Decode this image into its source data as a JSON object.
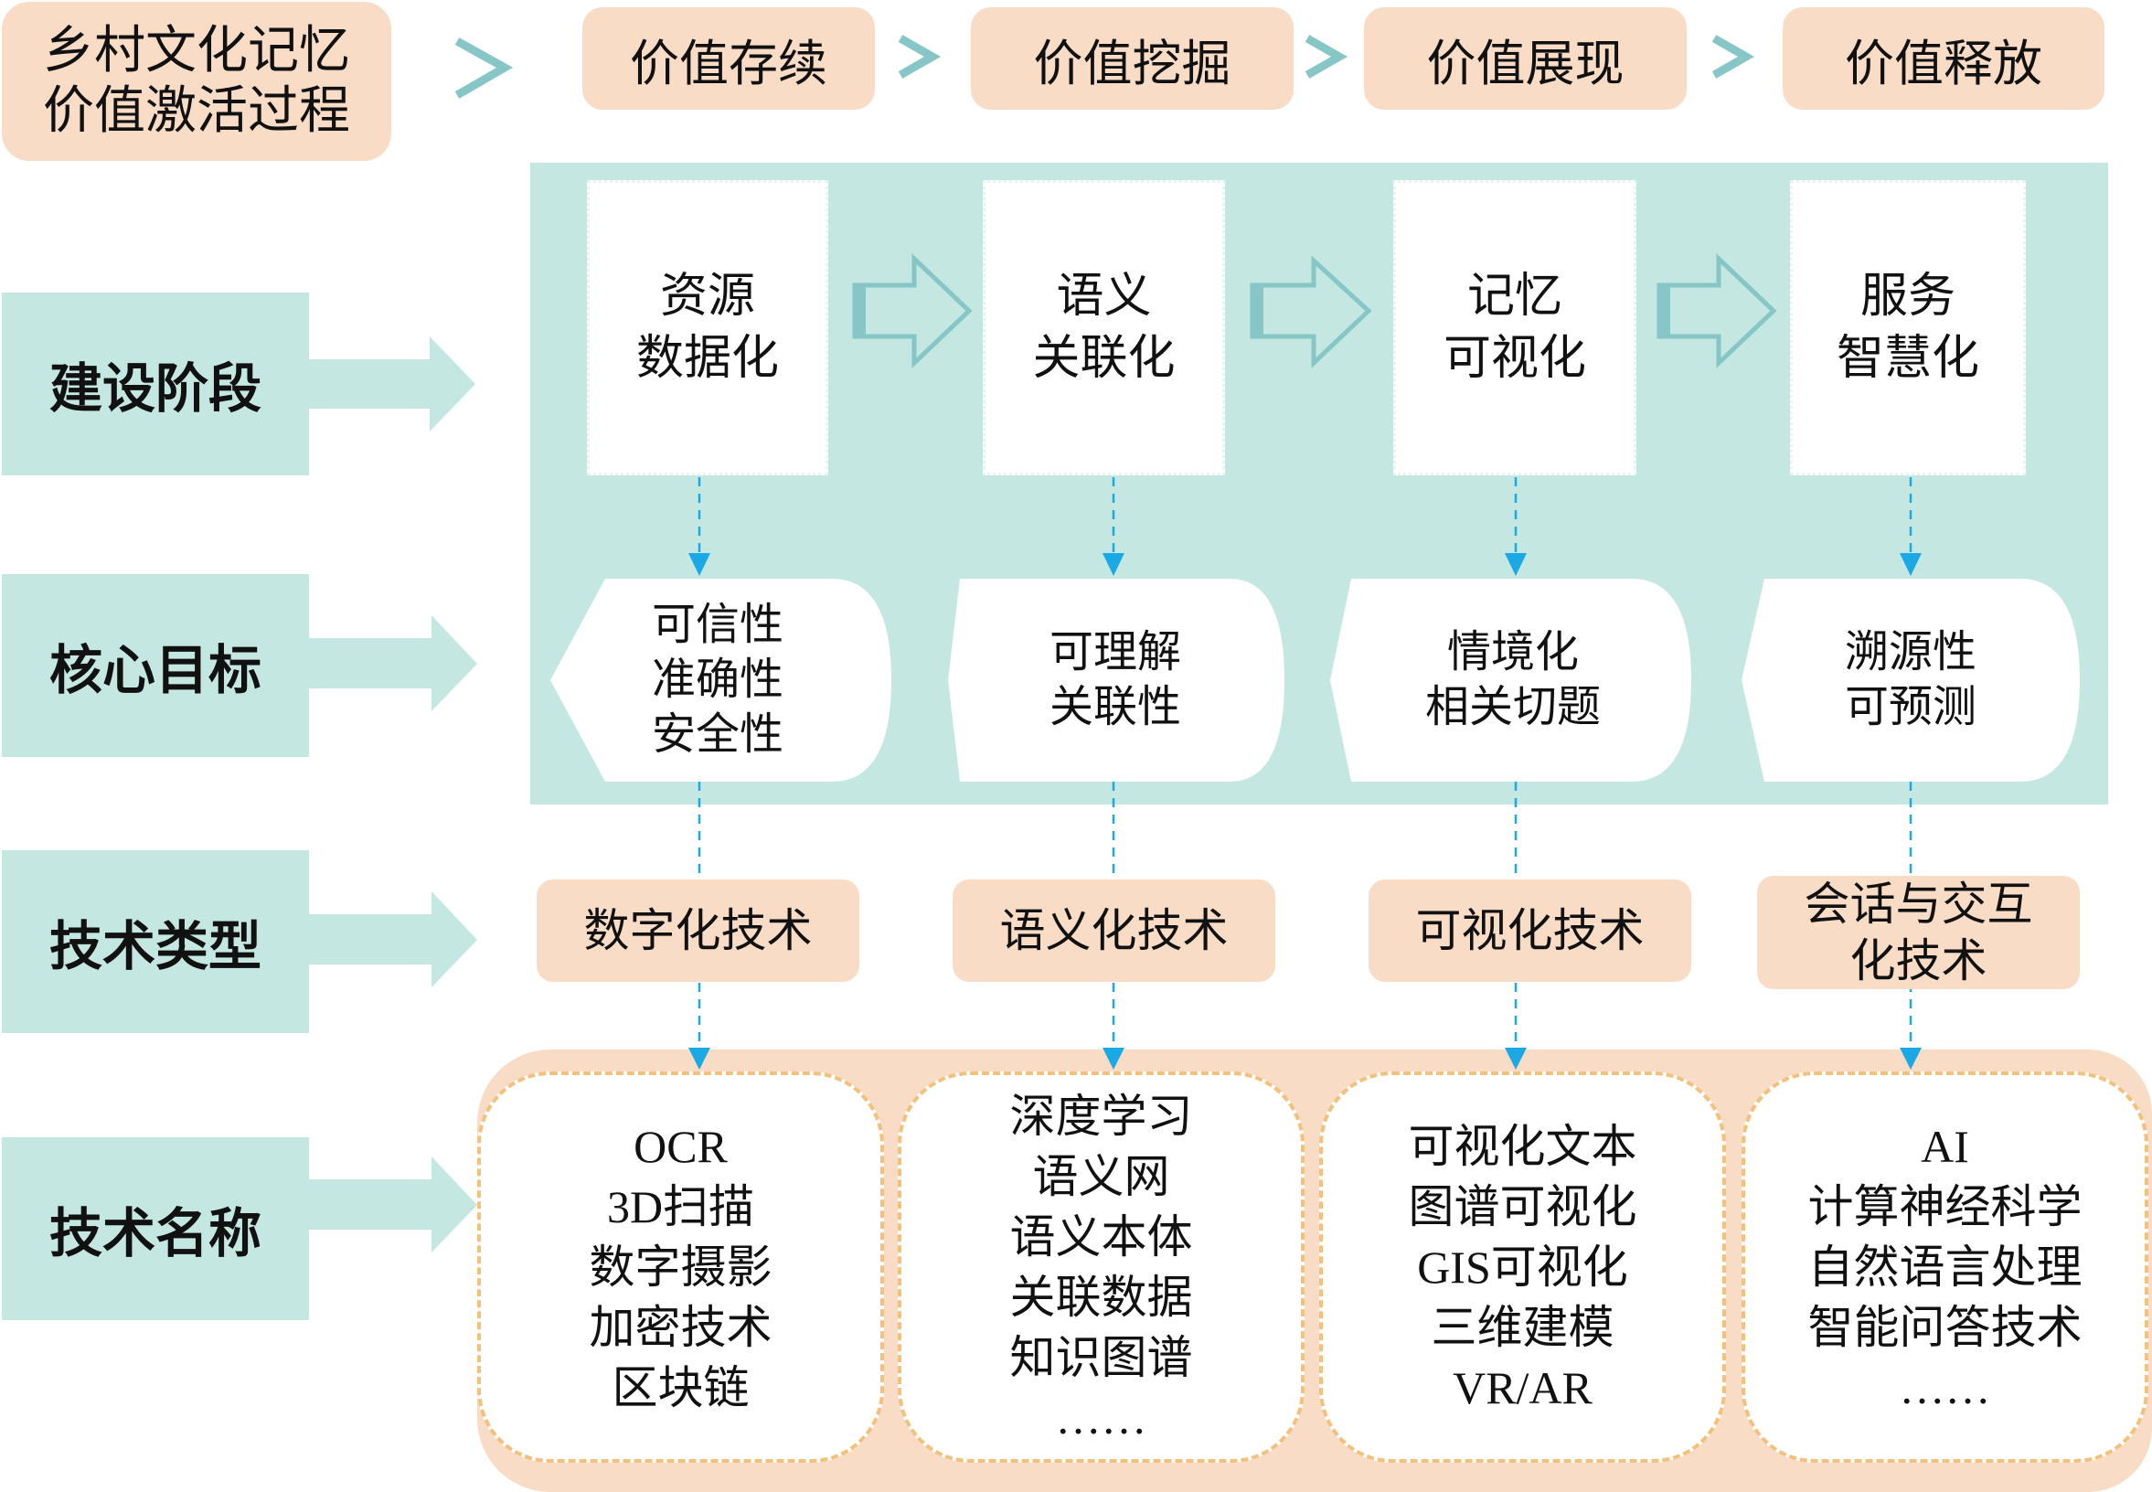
{
  "header": {
    "title": "乡村文化记忆\n价值激活过程",
    "steps": [
      "价值存续",
      "价值挖掘",
      "价值展现",
      "价值释放"
    ]
  },
  "row_labels": [
    "建设阶段",
    "核心目标",
    "技术类型",
    "技术名称"
  ],
  "columns": [
    {
      "stage": "资源\n数据化",
      "goal": "可信性\n准确性\n安全性",
      "tech_type": "数字化技术",
      "tech_names": [
        "OCR",
        "3D扫描",
        "数字摄影",
        "加密技术",
        "区块链"
      ]
    },
    {
      "stage": "语义\n关联化",
      "goal": "可理解\n关联性",
      "tech_type": "语义化技术",
      "tech_names": [
        "深度学习",
        "语义网",
        "语义本体",
        "关联数据",
        "知识图谱",
        "……"
      ]
    },
    {
      "stage": "记忆\n可视化",
      "goal": "情境化\n相关切题",
      "tech_type": "可视化技术",
      "tech_names": [
        "可视化文本",
        "图谱可视化",
        "GIS可视化",
        "三维建模",
        "VR/AR"
      ]
    },
    {
      "stage": "服务\n智慧化",
      "goal": "溯源性\n可预测",
      "tech_type": "会话与交互\n化技术",
      "tech_names": [
        "AI",
        "计算神经科学",
        "自然语言处理",
        "智能问答技术",
        "……"
      ]
    }
  ],
  "colors": {
    "teal": "#C4E7E1",
    "teal_outline": "#86C6C6",
    "peach": "#F8DCC6",
    "dashed_orange": "#F3C17C",
    "connector_blue": "#1BA9E6"
  }
}
